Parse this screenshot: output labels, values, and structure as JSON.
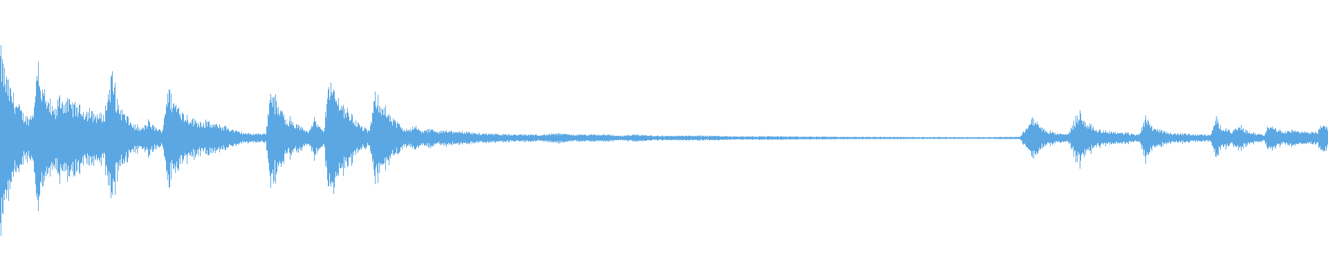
{
  "waveform": {
    "color": "#5aa7e3",
    "background": "#ffffff",
    "peak_envelope": [
      [
        0.0,
        0.78
      ],
      [
        0.004,
        0.55
      ],
      [
        0.008,
        0.42
      ],
      [
        0.013,
        0.3
      ],
      [
        0.018,
        0.2
      ],
      [
        0.022,
        0.18
      ],
      [
        0.026,
        0.3
      ],
      [
        0.028,
        0.78
      ],
      [
        0.031,
        0.45
      ],
      [
        0.036,
        0.3
      ],
      [
        0.042,
        0.22
      ],
      [
        0.044,
        0.38
      ],
      [
        0.048,
        0.34
      ],
      [
        0.055,
        0.3
      ],
      [
        0.062,
        0.26
      ],
      [
        0.07,
        0.22
      ],
      [
        0.078,
        0.2
      ],
      [
        0.084,
        0.58
      ],
      [
        0.088,
        0.32
      ],
      [
        0.094,
        0.2
      ],
      [
        0.1,
        0.12
      ],
      [
        0.106,
        0.08
      ],
      [
        0.112,
        0.14
      ],
      [
        0.116,
        0.1
      ],
      [
        0.122,
        0.06
      ],
      [
        0.126,
        0.44
      ],
      [
        0.13,
        0.34
      ],
      [
        0.138,
        0.22
      ],
      [
        0.146,
        0.16
      ],
      [
        0.154,
        0.14
      ],
      [
        0.162,
        0.12
      ],
      [
        0.17,
        0.1
      ],
      [
        0.178,
        0.06
      ],
      [
        0.186,
        0.04
      ],
      [
        0.196,
        0.04
      ],
      [
        0.2,
        0.04
      ],
      [
        0.204,
        0.46
      ],
      [
        0.208,
        0.3
      ],
      [
        0.214,
        0.2
      ],
      [
        0.22,
        0.14
      ],
      [
        0.226,
        0.1
      ],
      [
        0.232,
        0.06
      ],
      [
        0.236,
        0.18
      ],
      [
        0.24,
        0.1
      ],
      [
        0.244,
        0.06
      ],
      [
        0.247,
        0.55
      ],
      [
        0.252,
        0.4
      ],
      [
        0.258,
        0.3
      ],
      [
        0.265,
        0.2
      ],
      [
        0.272,
        0.1
      ],
      [
        0.278,
        0.06
      ],
      [
        0.283,
        0.42
      ],
      [
        0.288,
        0.28
      ],
      [
        0.294,
        0.18
      ],
      [
        0.3,
        0.12
      ],
      [
        0.306,
        0.08
      ],
      [
        0.312,
        0.1
      ],
      [
        0.318,
        0.06
      ],
      [
        0.324,
        0.08
      ],
      [
        0.33,
        0.05
      ],
      [
        0.336,
        0.08
      ],
      [
        0.342,
        0.05
      ],
      [
        0.348,
        0.06
      ],
      [
        0.36,
        0.04
      ],
      [
        0.372,
        0.04
      ],
      [
        0.384,
        0.03
      ],
      [
        0.396,
        0.03
      ],
      [
        0.408,
        0.03
      ],
      [
        0.42,
        0.04
      ],
      [
        0.432,
        0.03
      ],
      [
        0.444,
        0.03
      ],
      [
        0.456,
        0.03
      ],
      [
        0.468,
        0.02
      ],
      [
        0.48,
        0.03
      ],
      [
        0.492,
        0.02
      ],
      [
        0.504,
        0.02
      ],
      [
        0.516,
        0.02
      ],
      [
        0.528,
        0.02
      ],
      [
        0.54,
        0.02
      ],
      [
        0.552,
        0.015
      ],
      [
        0.564,
        0.015
      ],
      [
        0.576,
        0.015
      ],
      [
        0.588,
        0.015
      ],
      [
        0.6,
        0.012
      ],
      [
        0.612,
        0.012
      ],
      [
        0.624,
        0.012
      ],
      [
        0.636,
        0.01
      ],
      [
        0.648,
        0.01
      ],
      [
        0.66,
        0.01
      ],
      [
        0.672,
        0.01
      ],
      [
        0.684,
        0.008
      ],
      [
        0.696,
        0.008
      ],
      [
        0.708,
        0.008
      ],
      [
        0.72,
        0.008
      ],
      [
        0.732,
        0.008
      ],
      [
        0.744,
        0.008
      ],
      [
        0.756,
        0.01
      ],
      [
        0.768,
        0.01
      ],
      [
        0.778,
        0.18
      ],
      [
        0.782,
        0.12
      ],
      [
        0.788,
        0.06
      ],
      [
        0.796,
        0.04
      ],
      [
        0.804,
        0.03
      ],
      [
        0.813,
        0.22
      ],
      [
        0.818,
        0.14
      ],
      [
        0.826,
        0.08
      ],
      [
        0.834,
        0.06
      ],
      [
        0.842,
        0.05
      ],
      [
        0.85,
        0.04
      ],
      [
        0.858,
        0.03
      ],
      [
        0.863,
        0.2
      ],
      [
        0.868,
        0.1
      ],
      [
        0.876,
        0.06
      ],
      [
        0.884,
        0.04
      ],
      [
        0.892,
        0.04
      ],
      [
        0.9,
        0.03
      ],
      [
        0.912,
        0.03
      ],
      [
        0.916,
        0.18
      ],
      [
        0.92,
        0.1
      ],
      [
        0.928,
        0.06
      ],
      [
        0.934,
        0.1
      ],
      [
        0.94,
        0.06
      ],
      [
        0.946,
        0.04
      ],
      [
        0.952,
        0.03
      ],
      [
        0.958,
        0.14
      ],
      [
        0.962,
        0.08
      ],
      [
        0.968,
        0.06
      ],
      [
        0.974,
        0.07
      ],
      [
        0.98,
        0.05
      ],
      [
        0.986,
        0.06
      ],
      [
        0.992,
        0.05
      ],
      [
        0.997,
        0.14
      ],
      [
        1.0,
        0.1
      ]
    ]
  }
}
